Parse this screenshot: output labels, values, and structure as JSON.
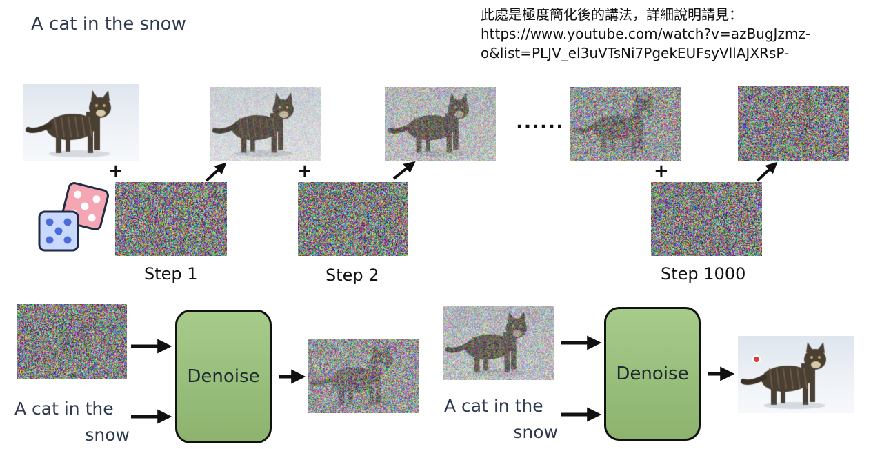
{
  "slide": {
    "title": "A cat in the snow",
    "note": [
      "此處是極度簡化後的講法，詳細說明請見：",
      "https://www.youtube.com/watch?v=azBugJzmz-",
      "o&list=PLJV_el3uVTsNi7PgekEUFsyVllAJXRsP-"
    ]
  },
  "forward_process": {
    "plus_sign": "+",
    "steps": [
      "Step 1",
      "Step 2",
      "Step 1000"
    ],
    "ellipsis": "......",
    "noise_levels": [
      0.0,
      0.25,
      0.5,
      0.8,
      1.0
    ]
  },
  "reverse_process": {
    "blocks": [
      {
        "label": "Denoise",
        "prompt": [
          "A cat in the",
          "snow"
        ],
        "input_noise": 1.0,
        "output_noise": 0.8
      },
      {
        "label": "Denoise",
        "prompt": [
          "A cat in the",
          "snow"
        ],
        "input_noise": 0.5,
        "output_noise": 0.0
      }
    ]
  }
}
